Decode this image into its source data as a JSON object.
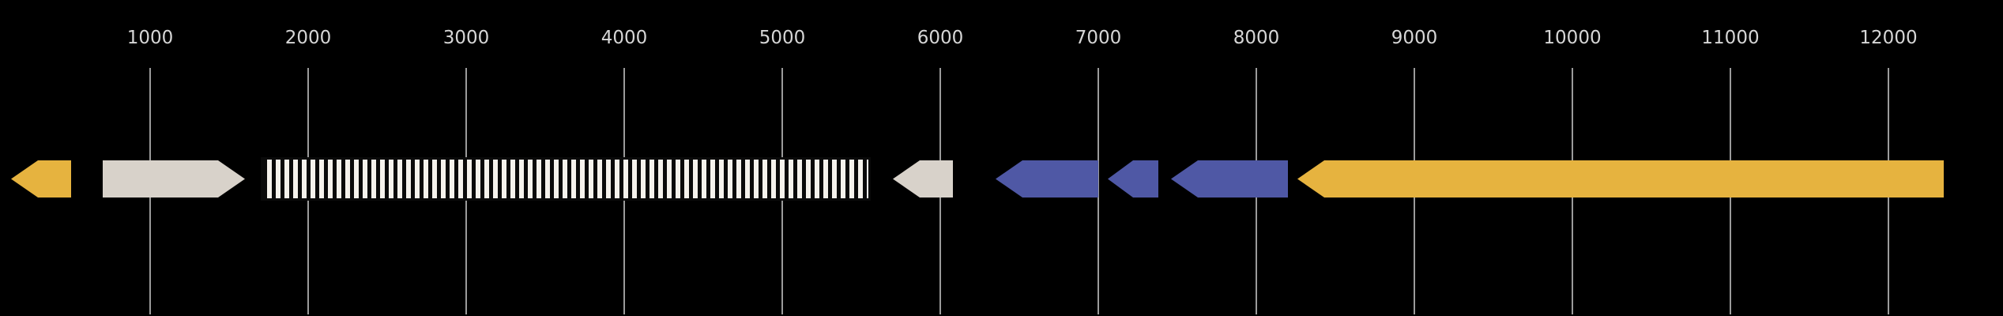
{
  "chart_data": {
    "type": "genome_feature_track",
    "title": "",
    "axis": {
      "ticks": [
        1000,
        2000,
        3000,
        4000,
        5000,
        6000,
        7000,
        8000,
        9000,
        10000,
        11000,
        12000
      ],
      "tick_labels": [
        "1000",
        "2000",
        "3000",
        "4000",
        "5000",
        "6000",
        "7000",
        "8000",
        "9000",
        "10000",
        "11000",
        "12000"
      ],
      "range": [
        50,
        12700
      ],
      "grid": true,
      "unit": "bp"
    },
    "features": [
      {
        "id": "gene-1",
        "shape": "arrow",
        "strand": "reverse",
        "start": 120,
        "end": 500,
        "color": "#E6B33F",
        "pattern": "solid"
      },
      {
        "id": "gene-2",
        "shape": "arrow",
        "strand": "forward",
        "start": 700,
        "end": 1600,
        "color": "#D8D2CA",
        "pattern": "solid"
      },
      {
        "id": "region-3",
        "shape": "box",
        "strand": "none",
        "start": 1700,
        "end": 5560,
        "color": "#F5F2EC",
        "pattern": "vertical-hatch",
        "hatch_color": "#0A0A0A"
      },
      {
        "id": "gene-4",
        "shape": "arrow",
        "strand": "reverse",
        "start": 5700,
        "end": 6080,
        "color": "#D8D2CA",
        "pattern": "solid"
      },
      {
        "id": "gene-5",
        "shape": "arrow",
        "strand": "reverse",
        "start": 6350,
        "end": 7000,
        "color": "#4F58A5",
        "pattern": "solid"
      },
      {
        "id": "gene-6",
        "shape": "arrow",
        "strand": "reverse",
        "start": 7060,
        "end": 7380,
        "color": "#4F58A5",
        "pattern": "solid"
      },
      {
        "id": "gene-7",
        "shape": "arrow",
        "strand": "reverse",
        "start": 7460,
        "end": 8200,
        "color": "#4F58A5",
        "pattern": "solid"
      },
      {
        "id": "gene-8",
        "shape": "arrow",
        "strand": "reverse",
        "start": 8260,
        "end": 12350,
        "color": "#E6B33F",
        "pattern": "solid"
      }
    ]
  },
  "style": {
    "background": "#000000",
    "gridline_color": "#9b9b9b",
    "tick_label_color": "#d6d6d6",
    "accent_gold": "#E6B33F",
    "accent_blue": "#4F58A5",
    "accent_beige": "#D8D2CA",
    "hatch_foreground": "#0A0A0A",
    "hatch_background": "#F5F2EC"
  }
}
